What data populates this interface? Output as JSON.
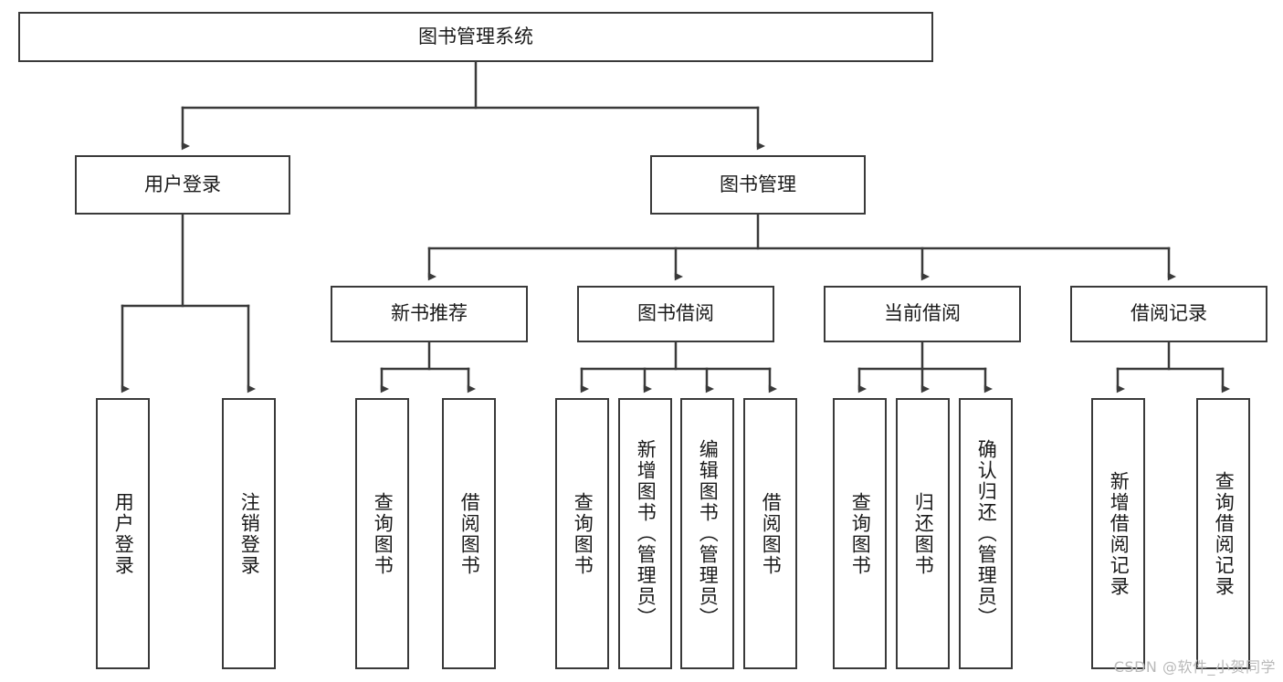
{
  "diagram": {
    "title": "图书管理系统",
    "type": "tree-hierarchy",
    "watermark": "CSDN @软件_小贺同学",
    "colors": {
      "box_border": "#3a3a3a",
      "box_fill": "#ffffff",
      "connector": "#3a3a3a",
      "text": "#1a1a1a",
      "watermark": "#b9b9b9"
    },
    "levels": {
      "root": {
        "label": "图书管理系统"
      },
      "level1": [
        {
          "id": "user-login",
          "label": "用户登录"
        },
        {
          "id": "book-management",
          "label": "图书管理"
        }
      ],
      "level2": [
        {
          "id": "new-book-recommend",
          "label": "新书推荐",
          "parent": "book-management"
        },
        {
          "id": "book-borrow",
          "label": "图书借阅",
          "parent": "book-management"
        },
        {
          "id": "current-borrow",
          "label": "当前借阅",
          "parent": "book-management"
        },
        {
          "id": "borrow-record",
          "label": "借阅记录",
          "parent": "book-management"
        }
      ],
      "leaves": [
        {
          "id": "leaf-user-login",
          "label": "用户登录",
          "parent": "user-login"
        },
        {
          "id": "leaf-logout-login",
          "label": "注销登录",
          "parent": "user-login"
        },
        {
          "id": "leaf-query-book-1",
          "label": "查询图书",
          "parent": "new-book-recommend"
        },
        {
          "id": "leaf-borrow-book-1",
          "label": "借阅图书",
          "parent": "new-book-recommend"
        },
        {
          "id": "leaf-query-book-2",
          "label": "查询图书",
          "parent": "book-borrow"
        },
        {
          "id": "leaf-add-book",
          "label": "新增图书（管理员）",
          "parent": "book-borrow"
        },
        {
          "id": "leaf-edit-book",
          "label": "编辑图书（管理员）",
          "parent": "book-borrow"
        },
        {
          "id": "leaf-borrow-book-2",
          "label": "借阅图书",
          "parent": "book-borrow"
        },
        {
          "id": "leaf-query-book-3",
          "label": "查询图书",
          "parent": "current-borrow"
        },
        {
          "id": "leaf-return-book",
          "label": "归还图书",
          "parent": "current-borrow"
        },
        {
          "id": "leaf-confirm-return",
          "label": "确认归还（管理员）",
          "parent": "current-borrow"
        },
        {
          "id": "leaf-add-record",
          "label": "新增借阅记录",
          "parent": "borrow-record"
        },
        {
          "id": "leaf-query-record",
          "label": "查询借阅记录",
          "parent": "borrow-record"
        }
      ]
    }
  }
}
